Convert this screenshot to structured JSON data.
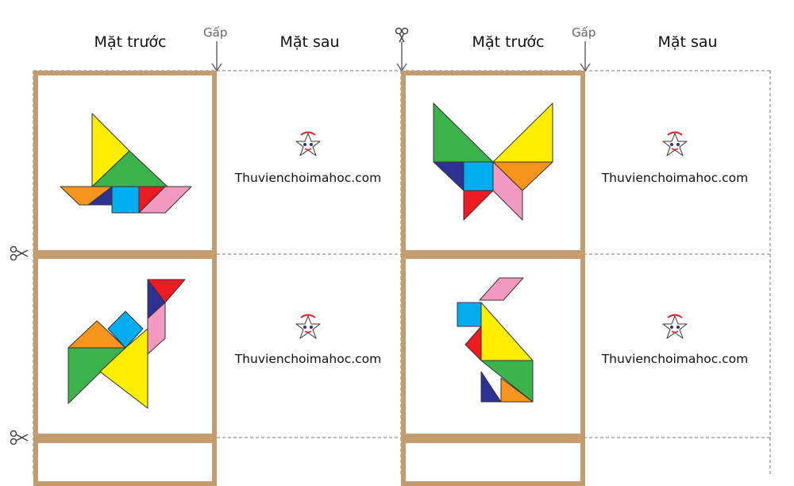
{
  "headers": {
    "front_label": "Mặt trước",
    "back_label": "Mặt sau",
    "fold_label": "Gấp"
  },
  "brand_text": "Thuvienchoimahoc.com",
  "cards": [
    {
      "shape": "boat"
    },
    {
      "shape": "butterfly"
    },
    {
      "shape": "camel"
    },
    {
      "shape": "rabbit"
    }
  ],
  "colors": {
    "card_border": "#c69c6d",
    "yellow": "#ffee00",
    "green": "#3cb34a",
    "orange": "#f7941d",
    "navy": "#2e3192",
    "cyan": "#00aeef",
    "red": "#ed1c24",
    "pink": "#f49ac1"
  },
  "icons": [
    "scissors-icon",
    "down-arrow-icon",
    "star-mascot-logo"
  ]
}
